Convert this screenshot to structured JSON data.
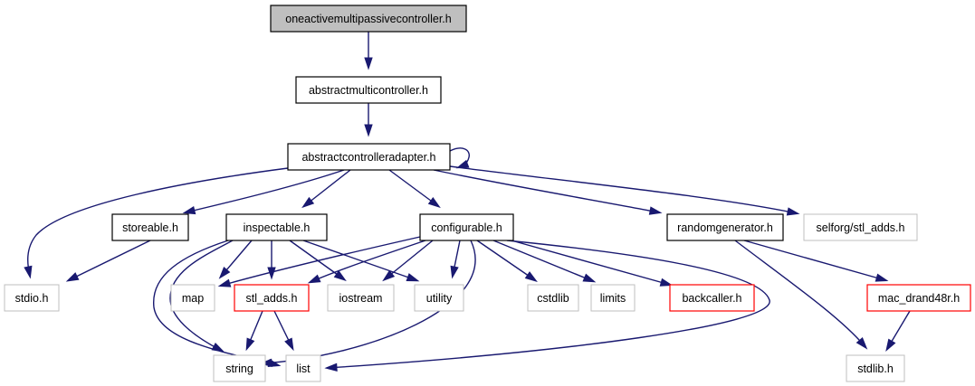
{
  "colors": {
    "edge": "#191970",
    "root_fill": "#bfbfbf",
    "box_black": "#000000",
    "box_red": "#ff0000",
    "box_gray": "#bfbfbf",
    "text_dark": "#000000",
    "text_gray": "#000000"
  },
  "nodes": [
    {
      "id": "n_root",
      "label": "oneactivemultipassivecontroller.h",
      "style": "root"
    },
    {
      "id": "n_amc",
      "label": "abstractmulticontroller.h",
      "style": "black"
    },
    {
      "id": "n_aca",
      "label": "abstractcontrolleradapter.h",
      "style": "black"
    },
    {
      "id": "n_store",
      "label": "storeable.h",
      "style": "black"
    },
    {
      "id": "n_insp",
      "label": "inspectable.h",
      "style": "black"
    },
    {
      "id": "n_conf",
      "label": "configurable.h",
      "style": "black"
    },
    {
      "id": "n_rand",
      "label": "randomgenerator.h",
      "style": "black"
    },
    {
      "id": "n_self",
      "label": "selforg/stl_adds.h",
      "style": "gray"
    },
    {
      "id": "n_stdio",
      "label": "stdio.h",
      "style": "gray"
    },
    {
      "id": "n_map",
      "label": "map",
      "style": "gray"
    },
    {
      "id": "n_stl",
      "label": "stl_adds.h",
      "style": "red"
    },
    {
      "id": "n_ios",
      "label": "iostream",
      "style": "gray"
    },
    {
      "id": "n_util",
      "label": "utility",
      "style": "gray"
    },
    {
      "id": "n_cstd",
      "label": "cstdlib",
      "style": "gray"
    },
    {
      "id": "n_lim",
      "label": "limits",
      "style": "gray"
    },
    {
      "id": "n_back",
      "label": "backcaller.h",
      "style": "red"
    },
    {
      "id": "n_mac",
      "label": "mac_drand48r.h",
      "style": "red"
    },
    {
      "id": "n_string",
      "label": "string",
      "style": "gray"
    },
    {
      "id": "n_list",
      "label": "list",
      "style": "gray"
    },
    {
      "id": "n_stdlib",
      "label": "stdlib.h",
      "style": "gray"
    }
  ],
  "edges": [
    {
      "from": "n_root",
      "to": "n_amc"
    },
    {
      "from": "n_amc",
      "to": "n_aca"
    },
    {
      "from": "n_aca",
      "to": "n_aca"
    },
    {
      "from": "n_aca",
      "to": "n_stdio"
    },
    {
      "from": "n_aca",
      "to": "n_store"
    },
    {
      "from": "n_aca",
      "to": "n_insp"
    },
    {
      "from": "n_aca",
      "to": "n_conf"
    },
    {
      "from": "n_aca",
      "to": "n_rand"
    },
    {
      "from": "n_aca",
      "to": "n_self"
    },
    {
      "from": "n_store",
      "to": "n_stdio"
    },
    {
      "from": "n_insp",
      "to": "n_map"
    },
    {
      "from": "n_insp",
      "to": "n_stl"
    },
    {
      "from": "n_insp",
      "to": "n_ios"
    },
    {
      "from": "n_insp",
      "to": "n_util"
    },
    {
      "from": "n_insp",
      "to": "n_string"
    },
    {
      "from": "n_insp",
      "to": "n_list"
    },
    {
      "from": "n_conf",
      "to": "n_map"
    },
    {
      "from": "n_conf",
      "to": "n_stl"
    },
    {
      "from": "n_conf",
      "to": "n_ios"
    },
    {
      "from": "n_conf",
      "to": "n_util"
    },
    {
      "from": "n_conf",
      "to": "n_cstd"
    },
    {
      "from": "n_conf",
      "to": "n_lim"
    },
    {
      "from": "n_conf",
      "to": "n_back"
    },
    {
      "from": "n_conf",
      "to": "n_string"
    },
    {
      "from": "n_conf",
      "to": "n_list"
    },
    {
      "from": "n_stl",
      "to": "n_string"
    },
    {
      "from": "n_stl",
      "to": "n_list"
    },
    {
      "from": "n_rand",
      "to": "n_mac"
    },
    {
      "from": "n_rand",
      "to": "n_stdlib"
    },
    {
      "from": "n_mac",
      "to": "n_stdlib"
    }
  ]
}
